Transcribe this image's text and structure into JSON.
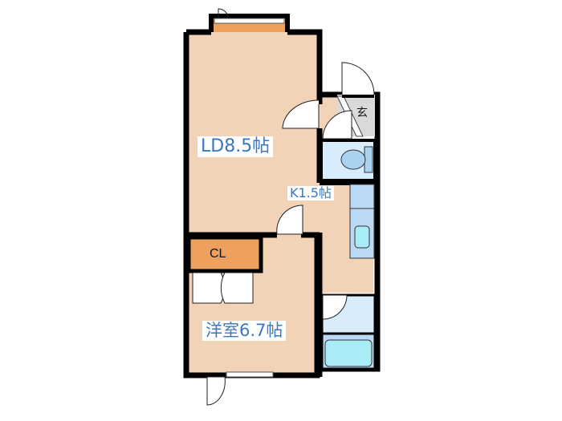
{
  "floor_plan": {
    "rooms": [
      {
        "id": "ld",
        "label": "LD8.5帖",
        "type": "living-dining",
        "size_jo": 8.5
      },
      {
        "id": "kitchen",
        "label": "K1.5帖",
        "type": "kitchen",
        "size_jo": 1.5
      },
      {
        "id": "western",
        "label": "洋室6.7帖",
        "type": "western-room",
        "size_jo": 6.7
      },
      {
        "id": "closet",
        "label": "CL",
        "type": "closet"
      },
      {
        "id": "genkan",
        "label": "玄",
        "type": "entrance"
      },
      {
        "id": "toilet",
        "label": "",
        "type": "toilet"
      },
      {
        "id": "bath",
        "label": "",
        "type": "bathroom"
      }
    ],
    "colors": {
      "room_fill": "#f2d3b8",
      "closet_fill": "#eea05e",
      "balcony_fill": "#eea05e",
      "wet_area_fill": "#d9ecfb",
      "fixture_fill": "#a9ecf7",
      "entrance_fill": "#d9d9d9",
      "wall": "#000000",
      "label_text": "#3a78c2"
    }
  }
}
